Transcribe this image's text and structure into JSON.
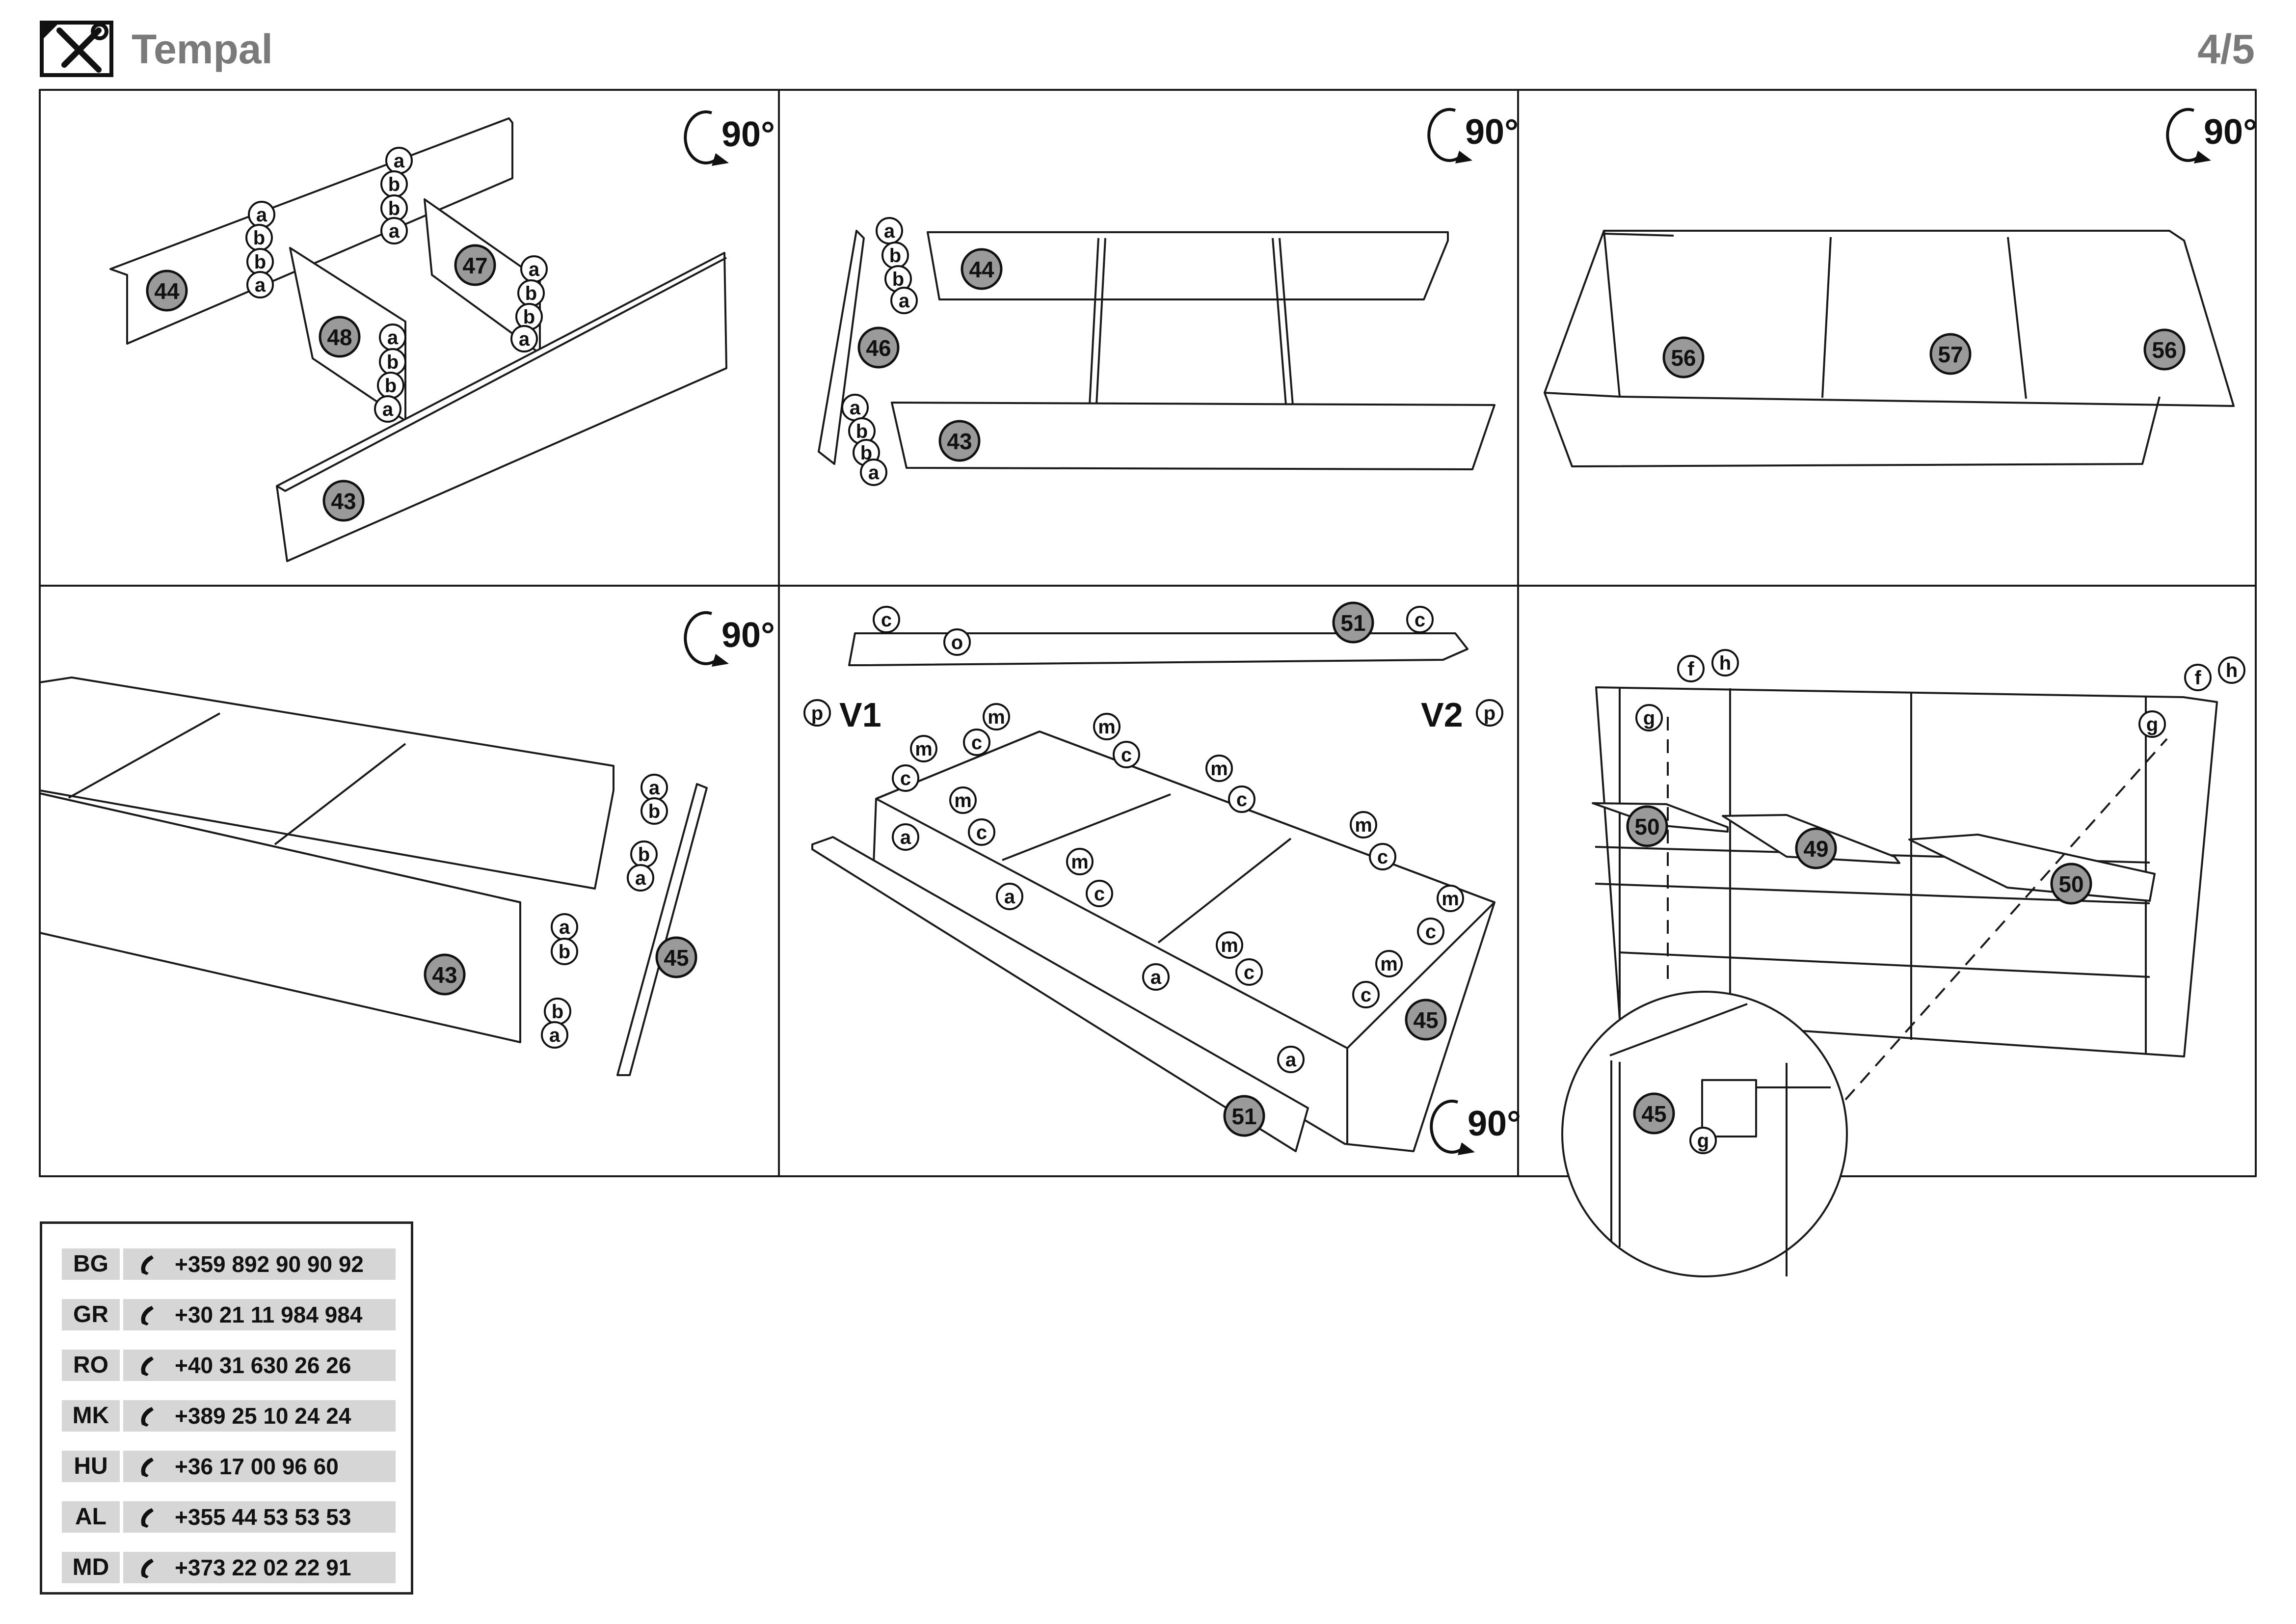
{
  "header": {
    "title": "Tempal",
    "page": "4/5",
    "logo_icon": "tools-icon"
  },
  "rotation_label": "90°",
  "steps": [
    {
      "panel": 1,
      "parts": [
        "44",
        "47",
        "48",
        "43"
      ],
      "fittings": [
        "a",
        "b"
      ]
    },
    {
      "panel": 2,
      "parts": [
        "44",
        "46",
        "43"
      ],
      "fittings": [
        "a",
        "b"
      ]
    },
    {
      "panel": 3,
      "parts": [
        "56",
        "57",
        "56"
      ]
    },
    {
      "panel": 4,
      "parts": [
        "43",
        "45"
      ],
      "fittings": [
        "a",
        "b"
      ]
    },
    {
      "panel": 5,
      "parts": [
        "51",
        "45",
        "51"
      ],
      "fittings": [
        "c",
        "o",
        "p",
        "m",
        "a"
      ],
      "variants": [
        "V1",
        "V2"
      ]
    },
    {
      "panel": 6,
      "parts": [
        "50",
        "49",
        "50",
        "45"
      ],
      "fittings": [
        "f",
        "h",
        "g"
      ]
    }
  ],
  "contacts": [
    {
      "country": "BG",
      "phone": "+359 892 90 90 92"
    },
    {
      "country": "GR",
      "phone": "+30 21 11 984 984"
    },
    {
      "country": "RO",
      "phone": "+40 31 630 26 26"
    },
    {
      "country": "MK",
      "phone": "+389 25 10 24 24"
    },
    {
      "country": "HU",
      "phone": "+36 17 00 96 60"
    },
    {
      "country": "AL",
      "phone": "+355 44 53 53 53"
    },
    {
      "country": "MD",
      "phone": "+373 22 02 22 91"
    }
  ],
  "colors": {
    "line": "#1a1a1a",
    "part_badge": "#9a9a9a",
    "header_text": "#7a7a7a",
    "contact_bg": "#d6d6d6"
  }
}
